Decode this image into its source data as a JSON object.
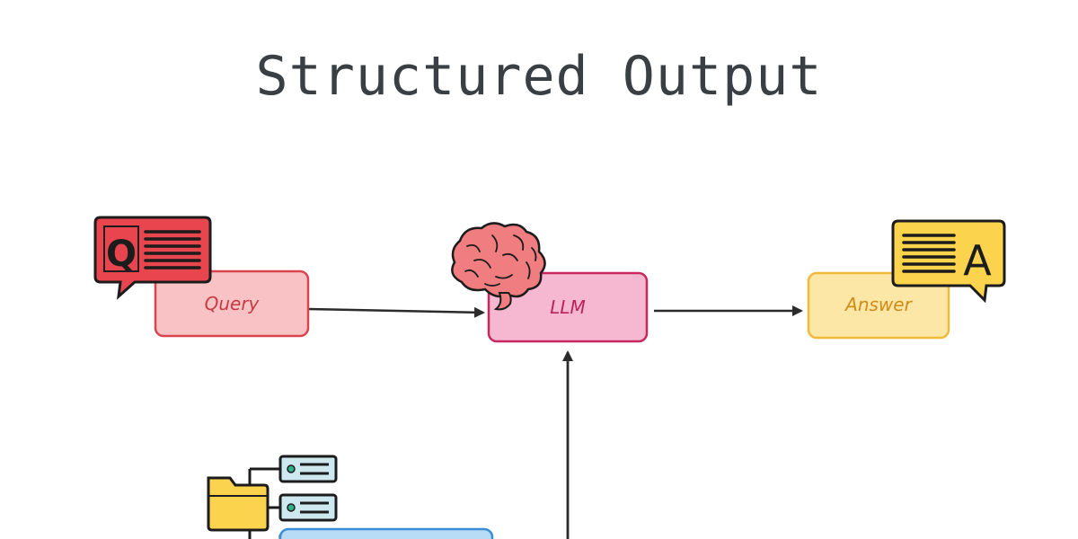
{
  "title": "Structured Output",
  "nodes": {
    "query": {
      "label": "Query",
      "fill": "#f9c3c6",
      "stroke": "#d9454f",
      "text_color": "#c73a44"
    },
    "llm": {
      "label": "LLM",
      "fill": "#f6b8d0",
      "stroke": "#c8285e",
      "text_color": "#b8245a"
    },
    "answer": {
      "label": "Answer",
      "fill": "#fce7a6",
      "stroke": "#f1b93a",
      "text_color": "#d18b17"
    },
    "schema": {
      "fill": "#b8dbf6",
      "stroke": "#3a8ed8"
    }
  },
  "icons": {
    "query": "question-document-bubble-icon",
    "llm": "brain-icon",
    "answer": "answer-document-bubble-icon",
    "schema": "folder-tree-icon"
  },
  "icon_letters": {
    "query": "Q",
    "answer": "A"
  },
  "colors": {
    "arrow": "#2b2b2b",
    "outline": "#1c1c1c"
  }
}
